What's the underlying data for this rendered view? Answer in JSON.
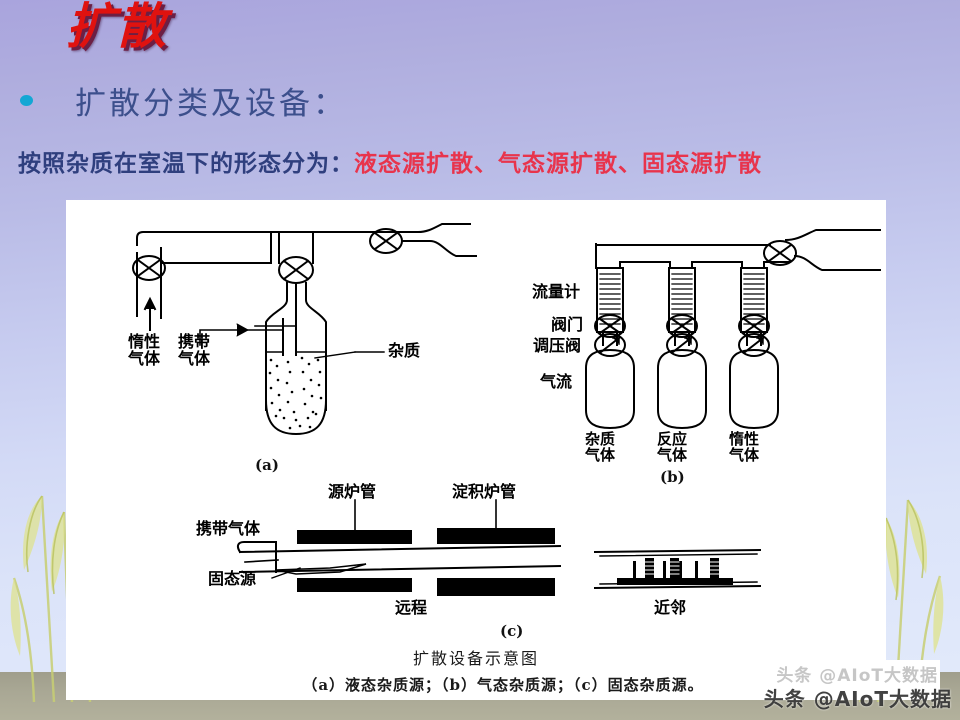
{
  "slide": {
    "title": "扩散",
    "bullet_heading": "扩散分类及设备：",
    "subline_prefix": "按照杂质在室温下的形态分为：",
    "subline_highlight": "液态源扩散、气态源扩散、固态源扩散",
    "bullet_icon": "bullet-dot-icon"
  },
  "figure": {
    "caption_a": "(a)",
    "caption_b": "(b)",
    "caption_c": "(c)",
    "caption_main": "扩散设备示意图",
    "caption_sub": "（a）液态杂质源；（b）气态杂质源；（c）固态杂质源。",
    "diagram_a": {
      "label_inert_gas": "惰性\n气体",
      "label_carrier_gas": "携带\n气体",
      "label_impurity": "杂质"
    },
    "diagram_b": {
      "label_flowmeter": "流量计",
      "label_valve": "阀门",
      "label_regulator": "调压阀",
      "label_gasflow": "气流",
      "cylinder_1": "杂质\n气体",
      "cylinder_2": "反应\n气体",
      "cylinder_3": "惰性\n气体"
    },
    "diagram_c": {
      "label_carrier_gas": "携带气体",
      "label_source_tube": "源炉管",
      "label_deposition_tube": "淀积炉管",
      "label_solid_source": "固态源",
      "label_remote": "远程",
      "label_near": "近邻"
    }
  },
  "watermark": {
    "text": "头条 @AIoT大数据",
    "ghost": "头条 @AIoT大数据"
  },
  "colors": {
    "title_red": "#e0120f",
    "heading_blue": "#3c4f8c",
    "highlight_red": "#e8344c",
    "bullet_cyan": "#13a7d4",
    "panel_white": "#ffffff"
  }
}
